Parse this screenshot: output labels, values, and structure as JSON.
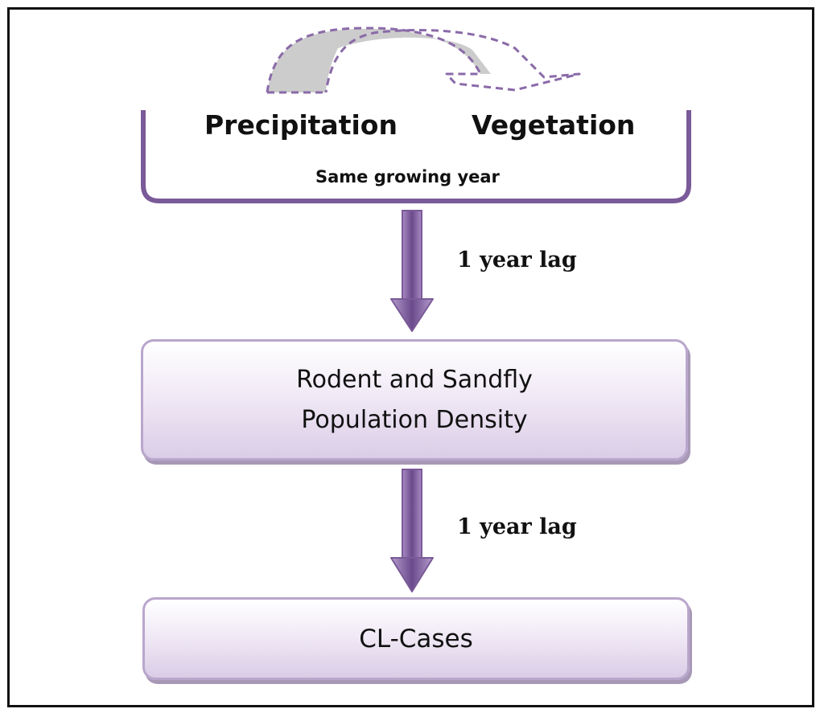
{
  "top_group": {
    "left_label": "Precipitation",
    "right_label": "Vegetation",
    "caption": "Same growing year"
  },
  "arrows": [
    {
      "label": "1 year lag"
    },
    {
      "label": "1 year lag"
    }
  ],
  "boxes": [
    {
      "line1": "Rodent and Sandfly",
      "line2": "Population Density"
    },
    {
      "line1": "CL-Cases"
    }
  ],
  "colors": {
    "accent": "#7a5a98",
    "dashed_arrow": "#8a6aa8",
    "dashed_fill": "#cccccc",
    "box_border": "#b9a6cc",
    "frame": "#111111"
  },
  "icons": {
    "top_arrow": "curved-dashed-arrow-icon",
    "down_arrow": "down-arrow-icon"
  }
}
